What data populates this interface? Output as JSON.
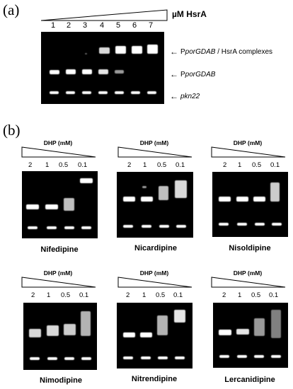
{
  "panel_a": {
    "label": "(a)",
    "header": "µM HsrA",
    "lanes": [
      "1",
      "2",
      "3",
      "4",
      "5",
      "6",
      "7"
    ],
    "annotations": {
      "complex_prefix": "P",
      "complex_italic": "porGDAB",
      "complex_suffix": " / HsrA complexes",
      "free_prefix": "P",
      "free_italic": "porGDAB",
      "control": "pkn22"
    }
  },
  "panel_b": {
    "label": "(b)",
    "dhp_label": "DHP (mM)",
    "concentrations": [
      "2",
      "1",
      "0.5",
      "0.1"
    ],
    "drugs": [
      "Nifedipine",
      "Nicardipine",
      "Nisoldipine",
      "Nimodipine",
      "Nitrendipine",
      "Lercanidipine"
    ]
  }
}
